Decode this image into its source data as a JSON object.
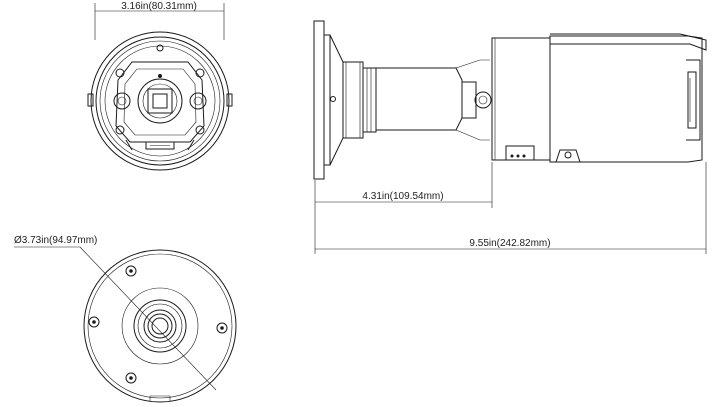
{
  "dimensions": {
    "front_width": "3.16in(80.31mm)",
    "mount_length": "4.31in(109.54mm)",
    "total_length": "9.55in(242.82mm)",
    "base_diameter": "Ø3.73in(94.97mm)"
  },
  "views": [
    "front-view",
    "side-view",
    "bottom-base-view"
  ]
}
